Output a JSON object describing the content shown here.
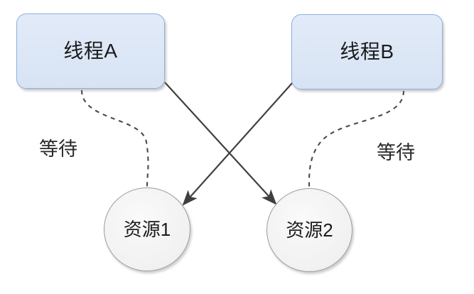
{
  "diagram": {
    "title": "deadlock-thread-resource-wait-diagram",
    "background_color": "#ffffff",
    "nodes": {
      "thread_a": {
        "label": "线程A",
        "shape": "rounded-rectangle",
        "fill": "#dbe5f5",
        "stroke": "#8db0de"
      },
      "thread_b": {
        "label": "线程B",
        "shape": "rounded-rectangle",
        "fill": "#dbe5f5",
        "stroke": "#8db0de"
      },
      "resource_1": {
        "label": "资源1",
        "shape": "circle",
        "fill": "#f2f2f2",
        "stroke": "#9b9b9b"
      },
      "resource_2": {
        "label": "资源2",
        "shape": "circle",
        "fill": "#f2f2f2",
        "stroke": "#9b9b9b"
      }
    },
    "edges": [
      {
        "id": "wait-a-to-r1",
        "from": "thread_a",
        "to": "resource_1",
        "label": "等待",
        "style": "dashed",
        "arrow": false,
        "color": "#4a4a4a"
      },
      {
        "id": "wait-b-to-r2",
        "from": "thread_b",
        "to": "resource_2",
        "label": "等待",
        "style": "dashed",
        "arrow": false,
        "color": "#4a4a4a"
      },
      {
        "id": "hold-a-to-r2",
        "from": "thread_a",
        "to": "resource_2",
        "label": "",
        "style": "solid",
        "arrow": true,
        "color": "#3f3f3f"
      },
      {
        "id": "hold-b-to-r1",
        "from": "thread_b",
        "to": "resource_1",
        "label": "",
        "style": "solid",
        "arrow": true,
        "color": "#3f3f3f"
      }
    ],
    "labels": {
      "wait_left": "等待",
      "wait_right": "等待"
    }
  }
}
